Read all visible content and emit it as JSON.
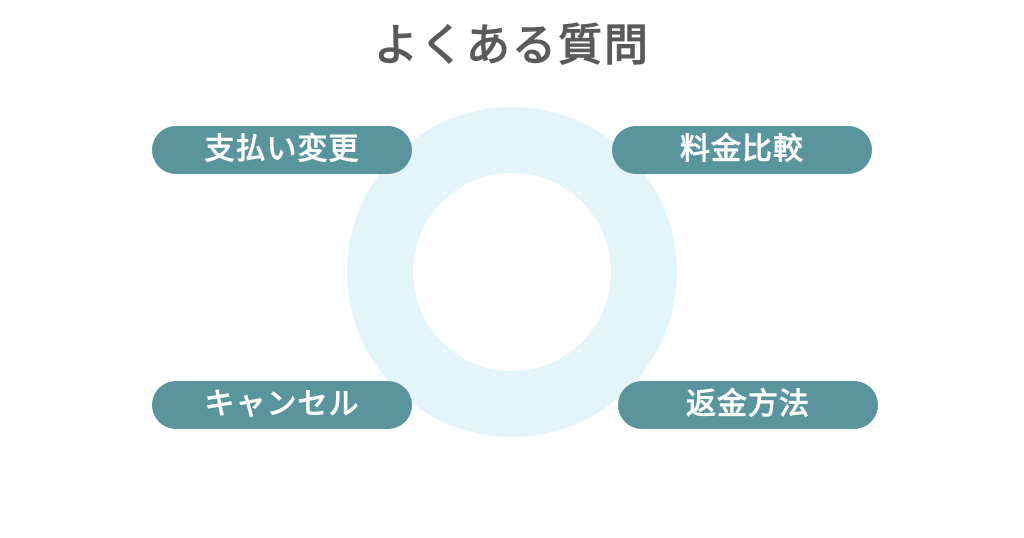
{
  "title": "よくある質問",
  "colors": {
    "title": "#5a5a5a",
    "pill_bg": "#5a959d",
    "pill_text": "#ffffff",
    "ring": "#e4f5fa",
    "background": "#ffffff"
  },
  "topics": [
    {
      "label": "支払い変更",
      "position": "top-left"
    },
    {
      "label": "料金比較",
      "position": "top-right"
    },
    {
      "label": "キャンセル",
      "position": "bottom-left"
    },
    {
      "label": "返金方法",
      "position": "bottom-right"
    }
  ]
}
